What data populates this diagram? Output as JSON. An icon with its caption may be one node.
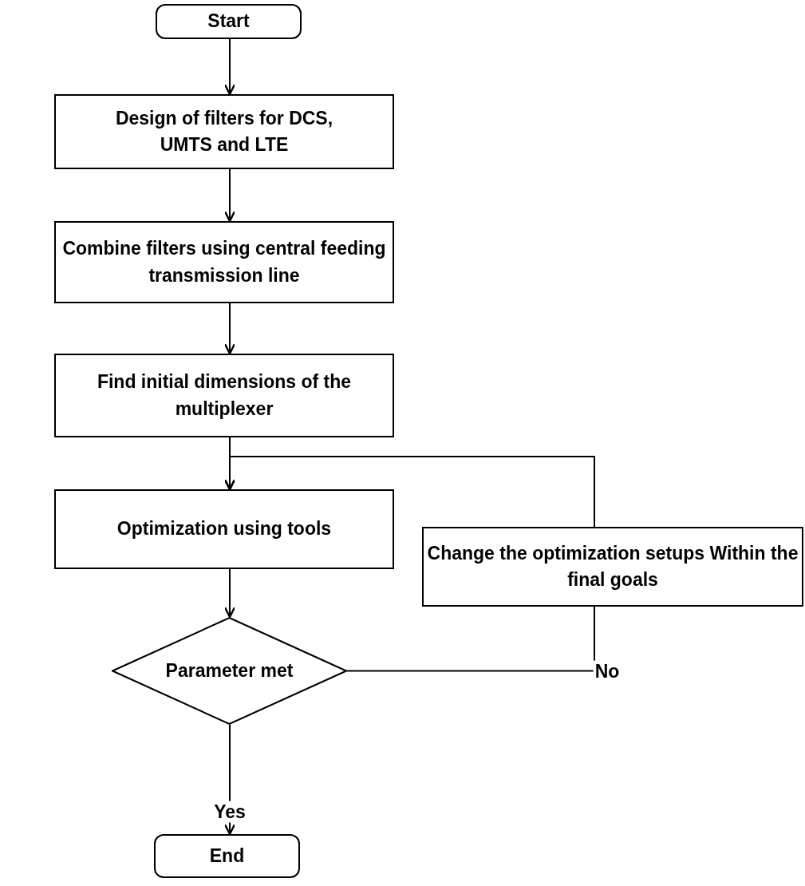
{
  "diagram": {
    "nodes": [
      {
        "text": [
          "Start"
        ]
      },
      {
        "text": [
          "Design of filters for DCS, UMTS and LTE"
        ]
      },
      {
        "text": [
          "Combine filters using central feeding transmission line"
        ]
      },
      {
        "text": [
          "Find initial dimensions of the multiplexer"
        ]
      },
      {
        "text": [
          "Optimization using tools"
        ]
      },
      {
        "text": [
          "Change the optimization setups Within the final goals"
        ]
      },
      {
        "text": [
          "Parameter met"
        ]
      },
      {
        "text": [
          "End"
        ]
      }
    ],
    "edges": [
      {
        "from": 0,
        "to": 1,
        "arrow": "to"
      },
      {
        "from": 1,
        "to": 2,
        "arrow": "to"
      },
      {
        "from": 2,
        "to": 3,
        "arrow": "to"
      },
      {
        "from": 3,
        "to": 4,
        "arrow": "to"
      },
      {
        "from": 4,
        "to": 6,
        "arrow": "to"
      },
      {
        "from": 6,
        "to": 7,
        "arrow": "to",
        "label": "Yes"
      },
      {
        "from": 6,
        "to": 5,
        "arrow": "none",
        "label": "No"
      },
      {
        "from": 5,
        "to": 4,
        "arrow": "to"
      }
    ]
  }
}
